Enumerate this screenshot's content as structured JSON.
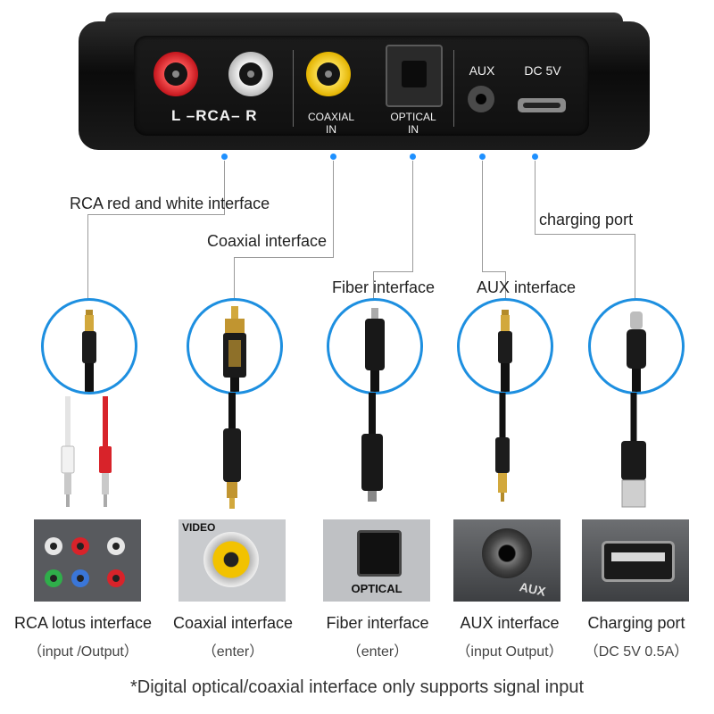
{
  "device": {
    "rca_label": "L –RCA– R",
    "coaxial_label": "COAXIAL",
    "coaxial_sub": "IN",
    "optical_label": "OPTICAL",
    "optical_sub": "IN",
    "aux_label": "AUX",
    "dc_label": "DC 5V"
  },
  "callouts": {
    "rca": "RCA red and white interface",
    "coaxial": "Coaxial interface",
    "fiber": "Fiber interface",
    "aux": "AUX interface",
    "charging": "charging port"
  },
  "photos": {
    "coaxial_text": "VIDEO",
    "optical_text": "OPTICAL",
    "aux_text": "AUX"
  },
  "bottom": [
    {
      "label": "RCA lotus interface",
      "sub": "（input /Output）"
    },
    {
      "label": "Coaxial interface",
      "sub": "（enter）"
    },
    {
      "label": "Fiber interface",
      "sub": "（enter）"
    },
    {
      "label": "AUX interface",
      "sub": "（input Output）"
    },
    {
      "label": "Charging port",
      "sub": "（DC 5V 0.5A）"
    }
  ],
  "footnote": "*Digital optical/coaxial interface only supports signal input",
  "colors": {
    "accent": "#1d8fe0",
    "rca_red": "#d8232a",
    "rca_yellow": "#f2c200"
  }
}
